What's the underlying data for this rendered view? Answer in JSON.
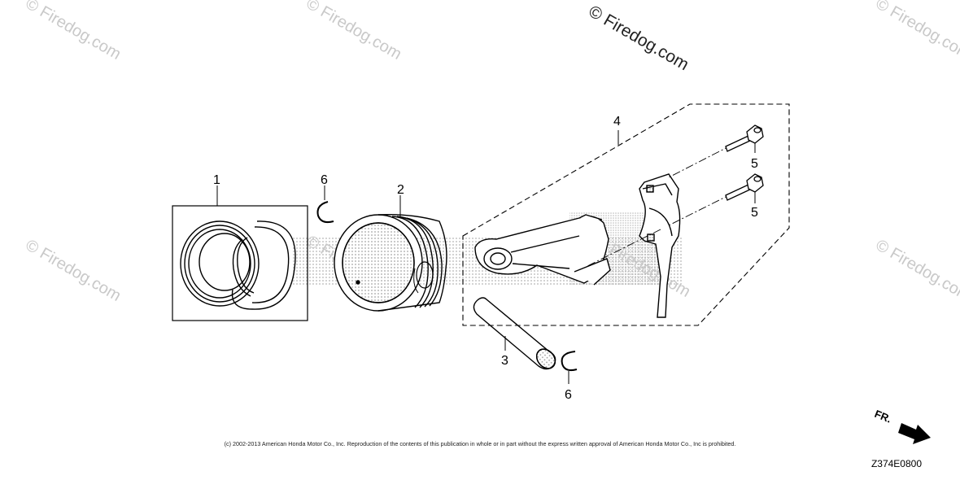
{
  "watermark": {
    "main": "© Firedog.com",
    "tile": "© Firedog.com"
  },
  "callouts": {
    "piston_ring_set": "1",
    "piston": "2",
    "piston_pin": "3",
    "connecting_rod": "4",
    "rod_bolt_upper": "5",
    "rod_bolt_lower": "5",
    "clip_upper": "6",
    "clip_lower": "6"
  },
  "front_indicator": "FR.",
  "copyright": "(c) 2002-2013 American Honda Motor Co., Inc. Reproduction of the contents of this publication in whole or in part without the express written approval of American Honda Motor Co., Inc is prohibited.",
  "diagram_code": "Z374E0800",
  "colors": {
    "line": "#000000",
    "watermark": "#c9c9c9",
    "stipple": "#999999"
  }
}
